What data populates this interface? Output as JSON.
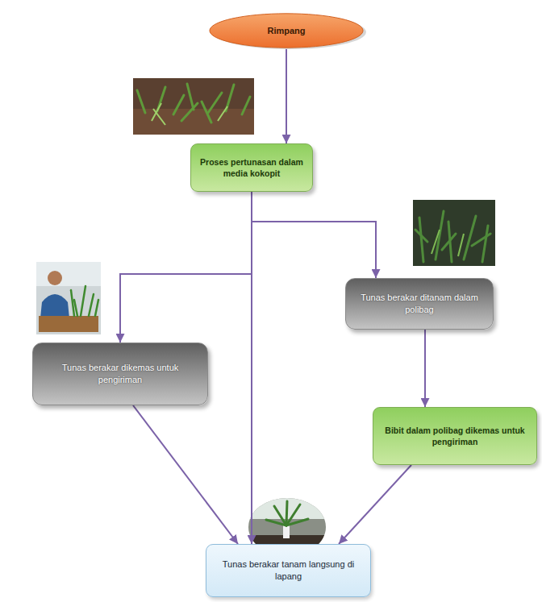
{
  "diagram": {
    "nodes": [
      {
        "text": [
          "Rimpang"
        ]
      },
      {
        "text": [
          "Proses pertunasan dalam media kokopit"
        ]
      },
      {
        "text": [
          "Tunas berakar ditanam dalam polibag"
        ]
      },
      {
        "text": [
          "Tunas berakar dikemas untuk pengiriman"
        ]
      },
      {
        "text": [
          "Bibit dalam polibag dikemas untuk pengiriman"
        ]
      },
      {
        "text": [
          "Tunas berakar tanam langsung di lapang"
        ]
      }
    ],
    "edges": [
      {
        "from": 0,
        "to": 1,
        "arrow": "to"
      },
      {
        "from": 1,
        "to": 2,
        "arrow": "to"
      },
      {
        "from": 1,
        "to": 3,
        "arrow": "to"
      },
      {
        "from": 1,
        "to": 5,
        "arrow": "to"
      },
      {
        "from": 2,
        "to": 4,
        "arrow": "to"
      },
      {
        "from": 3,
        "to": 5,
        "arrow": "to"
      },
      {
        "from": 4,
        "to": 5,
        "arrow": "to"
      }
    ]
  }
}
